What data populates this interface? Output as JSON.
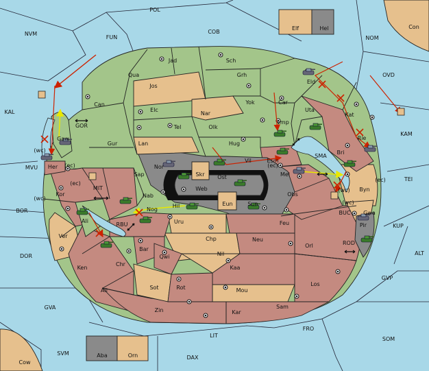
{
  "colors": {
    "sea": "#a8d8e8",
    "neutral": "#e6c08d",
    "green_power": "#a3c58a",
    "red_power": "#c48a80",
    "grey_power": "#8a8a8a",
    "move_arrow": "#cc2200",
    "support_arrow": "#e8e800"
  },
  "sea_zones": [
    {
      "id": "pol",
      "label": "POL"
    },
    {
      "id": "nvm",
      "label": "NVM"
    },
    {
      "id": "fun",
      "label": "FUN"
    },
    {
      "id": "cob",
      "label": "COB"
    },
    {
      "id": "nom",
      "label": "NOM"
    },
    {
      "id": "ovd",
      "label": "OVD"
    },
    {
      "id": "kam",
      "label": "KAM"
    },
    {
      "id": "kal",
      "label": "KAL"
    },
    {
      "id": "gor",
      "label": "GOR"
    },
    {
      "id": "mvu",
      "label": "MVU"
    },
    {
      "id": "bor",
      "label": "BOR"
    },
    {
      "id": "dor",
      "label": "DOR"
    },
    {
      "id": "gva",
      "label": "GVA"
    },
    {
      "id": "svm",
      "label": "SVM"
    },
    {
      "id": "lit",
      "label": "LIT"
    },
    {
      "id": "dax",
      "label": "DAX"
    },
    {
      "id": "fro",
      "label": "FRO"
    },
    {
      "id": "som",
      "label": "SOM"
    },
    {
      "id": "gvp",
      "label": "GVP"
    },
    {
      "id": "alt",
      "label": "ALT"
    },
    {
      "id": "kup",
      "label": "KUP"
    },
    {
      "id": "tei",
      "label": "TEI"
    },
    {
      "id": "sma",
      "label": "SMA"
    },
    {
      "id": "mit",
      "label": "MIT"
    },
    {
      "id": "rbu",
      "label": "RBU"
    },
    {
      "id": "buc",
      "label": "BUC"
    },
    {
      "id": "rod",
      "label": "ROD"
    }
  ],
  "corner_lands": [
    {
      "id": "con",
      "label": "Con"
    },
    {
      "id": "cow",
      "label": "Cow"
    }
  ],
  "boxes": [
    {
      "id": "elf",
      "label": "Elf"
    },
    {
      "id": "hel",
      "label": "Hel"
    },
    {
      "id": "aba",
      "label": "Aba"
    },
    {
      "id": "orn",
      "label": "Orn"
    }
  ],
  "provinces": [
    {
      "id": "jad",
      "label": "Jad"
    },
    {
      "id": "sch",
      "label": "Sch"
    },
    {
      "id": "qua",
      "label": "Qua"
    },
    {
      "id": "jos",
      "label": "Jos"
    },
    {
      "id": "grh",
      "label": "Grh"
    },
    {
      "id": "eld",
      "label": "Eld"
    },
    {
      "id": "can",
      "label": "Can"
    },
    {
      "id": "yok",
      "label": "Yok"
    },
    {
      "id": "car",
      "label": "Car"
    },
    {
      "id": "uta",
      "label": "Uta"
    },
    {
      "id": "kat",
      "label": "Kat"
    },
    {
      "id": "elc",
      "label": "Elc"
    },
    {
      "id": "nar",
      "label": "Nar"
    },
    {
      "id": "tel",
      "label": "Tel"
    },
    {
      "id": "olk",
      "label": "Olk"
    },
    {
      "id": "vmp",
      "label": "vmp"
    },
    {
      "id": "gaw",
      "label": "Gaw"
    },
    {
      "id": "gur",
      "label": "Gur"
    },
    {
      "id": "lan",
      "label": "Lan"
    },
    {
      "id": "hug",
      "label": "Hug"
    },
    {
      "id": "rie",
      "label": "Rie"
    },
    {
      "id": "bri",
      "label": "Bri"
    },
    {
      "id": "nor",
      "label": "Nor"
    },
    {
      "id": "vil",
      "label": "Vil"
    },
    {
      "id": "esm",
      "label": "Esm"
    },
    {
      "id": "her",
      "label": "Her"
    },
    {
      "id": "sap",
      "label": "Sap"
    },
    {
      "id": "skr",
      "label": "Skr"
    },
    {
      "id": "ost",
      "label": "Ost"
    },
    {
      "id": "mel",
      "label": "Mel"
    },
    {
      "id": "web",
      "label": "Web"
    },
    {
      "id": "kor",
      "label": "Kor"
    },
    {
      "id": "nab",
      "label": "Nab"
    },
    {
      "id": "byn",
      "label": "Byn"
    },
    {
      "id": "obs",
      "label": "Obs"
    },
    {
      "id": "eun",
      "label": "Eun"
    },
    {
      "id": "sun",
      "label": "Sun"
    },
    {
      "id": "hil",
      "label": "Hil"
    },
    {
      "id": "nog",
      "label": "Nog"
    },
    {
      "id": "gwa",
      "label": "Gwa"
    },
    {
      "id": "ali",
      "label": "Ali"
    },
    {
      "id": "uru",
      "label": "Uru"
    },
    {
      "id": "feu",
      "label": "Feu"
    },
    {
      "id": "pir",
      "label": "Pir"
    },
    {
      "id": "ver",
      "label": "Ver"
    },
    {
      "id": "chp",
      "label": "Chp"
    },
    {
      "id": "neu",
      "label": "Neu"
    },
    {
      "id": "bar",
      "label": "Bar"
    },
    {
      "id": "nil",
      "label": "Nil"
    },
    {
      "id": "orl",
      "label": "Orl"
    },
    {
      "id": "qwi",
      "label": "Qwi"
    },
    {
      "id": "ken",
      "label": "Ken"
    },
    {
      "id": "chr",
      "label": "Chr"
    },
    {
      "id": "kaa",
      "label": "Kaa"
    },
    {
      "id": "sot",
      "label": "Sot"
    },
    {
      "id": "rot",
      "label": "Rot"
    },
    {
      "id": "ail",
      "label": "Ail"
    },
    {
      "id": "mou",
      "label": "Mou"
    },
    {
      "id": "los",
      "label": "Los"
    },
    {
      "id": "sam",
      "label": "Sam"
    },
    {
      "id": "zin",
      "label": "Zin"
    },
    {
      "id": "kar",
      "label": "Kar"
    }
  ],
  "coast_labels": [
    "(wc)",
    "(ec)",
    "(ec)",
    "(wc)",
    "(ec)",
    "(wc)",
    "(wc)",
    "(ec)"
  ]
}
